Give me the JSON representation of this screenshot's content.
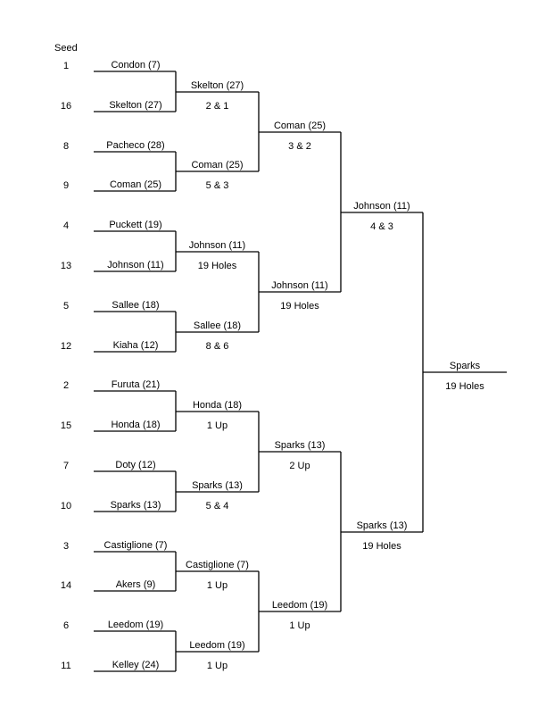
{
  "seed_header": "Seed",
  "round1": [
    {
      "seed": "1",
      "player": "Condon (7)"
    },
    {
      "seed": "16",
      "player": "Skelton (27)"
    },
    {
      "seed": "8",
      "player": "Pacheco (28)"
    },
    {
      "seed": "9",
      "player": "Coman (25)"
    },
    {
      "seed": "4",
      "player": "Puckett (19)"
    },
    {
      "seed": "13",
      "player": "Johnson (11)"
    },
    {
      "seed": "5",
      "player": "Sallee (18)"
    },
    {
      "seed": "12",
      "player": "Kiaha (12)"
    },
    {
      "seed": "2",
      "player": "Furuta (21)"
    },
    {
      "seed": "15",
      "player": "Honda (18)"
    },
    {
      "seed": "7",
      "player": "Doty (12)"
    },
    {
      "seed": "10",
      "player": "Sparks (13)"
    },
    {
      "seed": "3",
      "player": "Castiglione (7)"
    },
    {
      "seed": "14",
      "player": "Akers (9)"
    },
    {
      "seed": "6",
      "player": "Leedom (19)"
    },
    {
      "seed": "11",
      "player": "Kelley (24)"
    }
  ],
  "round2": [
    {
      "winner": "Skelton (27)",
      "score": "2 & 1"
    },
    {
      "winner": "Coman (25)",
      "score": "5 & 3"
    },
    {
      "winner": "Johnson (11)",
      "score": "19 Holes"
    },
    {
      "winner": "Sallee (18)",
      "score": "8 & 6"
    },
    {
      "winner": "Honda (18)",
      "score": "1 Up"
    },
    {
      "winner": "Sparks (13)",
      "score": "5 & 4"
    },
    {
      "winner": "Castiglione (7)",
      "score": "1 Up"
    },
    {
      "winner": "Leedom (19)",
      "score": "1 Up"
    }
  ],
  "round3": [
    {
      "winner": "Coman (25)",
      "score": "3 & 2"
    },
    {
      "winner": "Johnson (11)",
      "score": "19 Holes"
    },
    {
      "winner": "Sparks (13)",
      "score": "2 Up"
    },
    {
      "winner": "Leedom (19)",
      "score": "1 Up"
    }
  ],
  "round4": [
    {
      "winner": "Johnson (11)",
      "score": "4 & 3"
    },
    {
      "winner": "Sparks (13)",
      "score": "19 Holes"
    }
  ],
  "champion": {
    "winner": "Sparks",
    "score": "19 Holes"
  }
}
